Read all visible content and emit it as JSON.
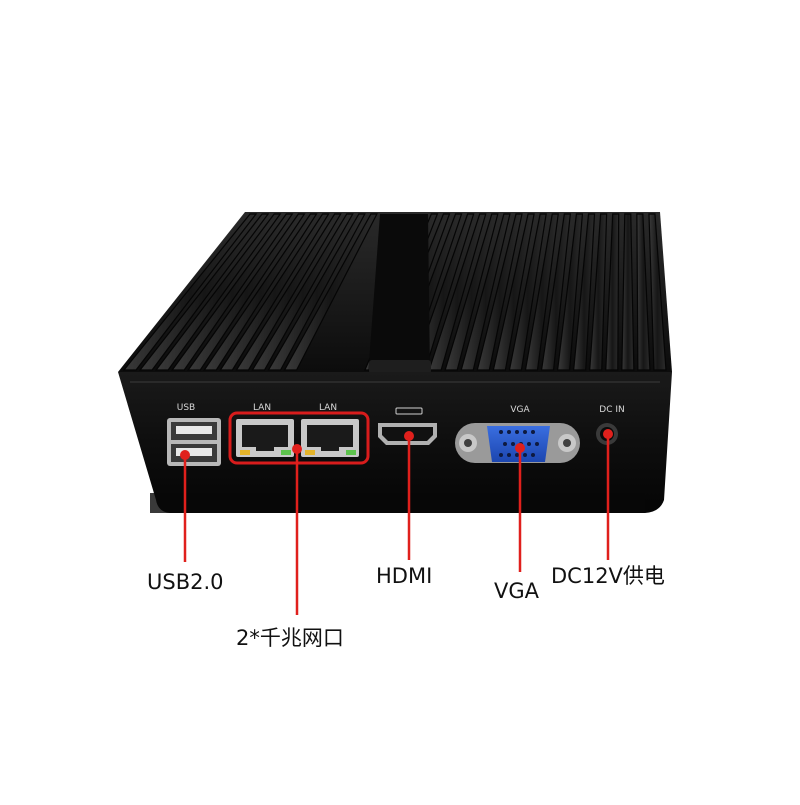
{
  "device": {
    "silkscreen": {
      "usb": "USB",
      "lan1": "LAN",
      "lan2": "LAN",
      "vga": "VGA",
      "dc_in": "DC IN"
    }
  },
  "callouts": {
    "usb": "USB2.0",
    "lan": "2*千兆网口",
    "hdmi": "HDMI",
    "vga": "VGA",
    "dc": "DC12V供电"
  },
  "colors": {
    "callout_line": "#e0201c",
    "callout_dot": "#e0201c",
    "highlight_box": "#d81c1c",
    "chassis": "#101010",
    "vga_port": "#2456c8"
  }
}
